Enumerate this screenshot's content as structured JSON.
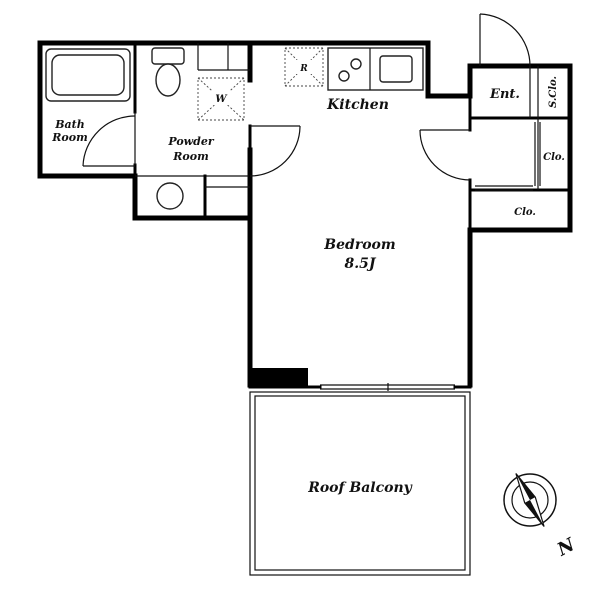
{
  "rooms": {
    "bath_line1": "Bath",
    "bath_line2": "Room",
    "powder_line1": "Powder",
    "powder_line2": "Room",
    "kitchen": "Kitchen",
    "bedroom": "Bedroom",
    "bedroom_size": "8.5J",
    "entrance": "Ent.",
    "shoe_closet": "S.Clo.",
    "closet_upper": "Clo.",
    "closet_lower": "Clo.",
    "balcony": "Roof Balcony"
  },
  "fixtures": {
    "washer_mark": "W",
    "fridge_mark": "R"
  },
  "compass": {
    "north": "N"
  }
}
